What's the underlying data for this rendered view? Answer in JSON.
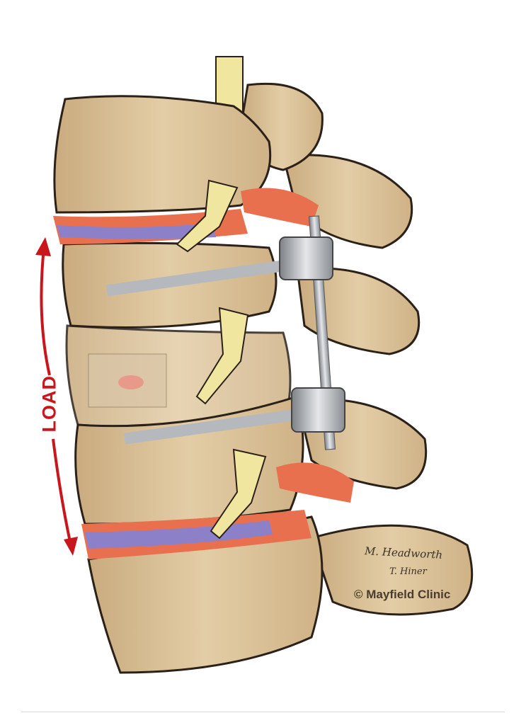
{
  "illustration": {
    "subject": "lumbar-spine-fusion-with-rod-and-pedicle-screws",
    "load_label": "LOAD",
    "signatures": [
      "M. Headworth",
      "T. Hiner"
    ],
    "credit": "© Mayfield Clinic",
    "colors": {
      "bone": "#dcc39a",
      "bone_outline": "#2b2118",
      "disc": "#8c80c8",
      "inflammation": "#e8704e",
      "nerve": "#f1e6a0",
      "metal": "#a9adb2",
      "arrow": "#c8161c"
    }
  }
}
